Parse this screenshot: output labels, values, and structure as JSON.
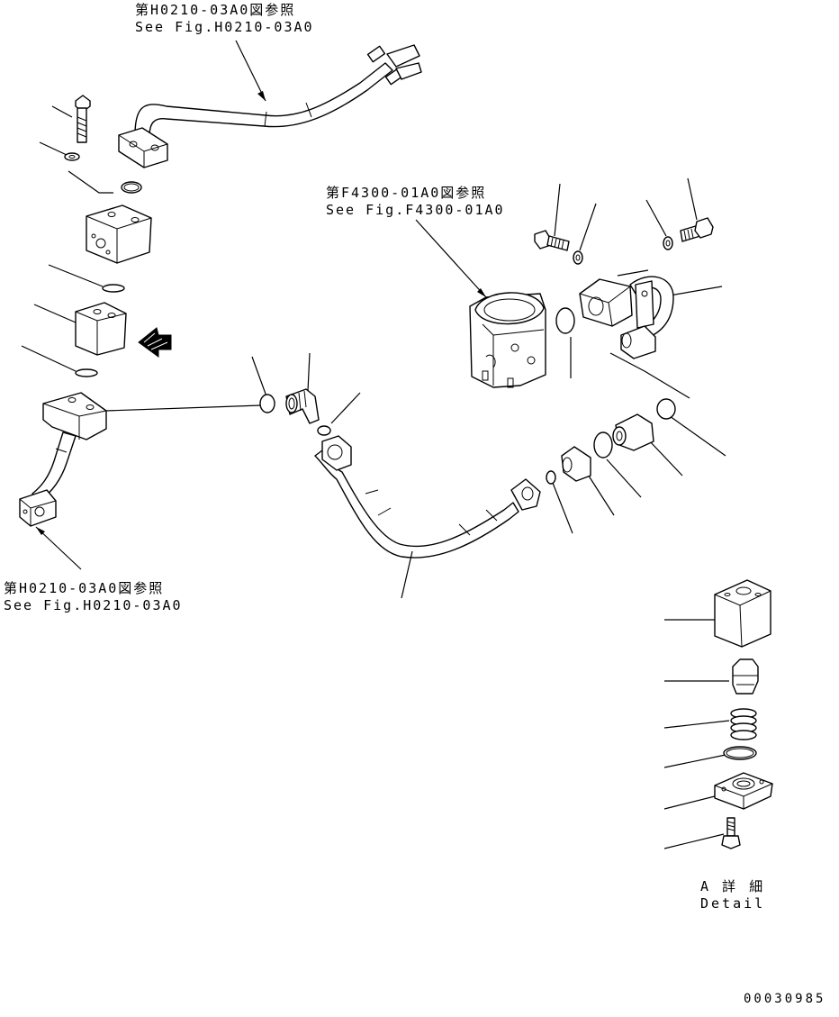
{
  "references": {
    "top": {
      "jp": "第H0210-03A0図参照",
      "en": "See Fig.H0210-03A0"
    },
    "pump": {
      "jp": "第F4300-01A0図参照",
      "en": "See Fig.F4300-01A0"
    },
    "left": {
      "jp": "第H0210-03A0図参照",
      "en": "See Fig.H0210-03A0"
    }
  },
  "detail": {
    "jp": "A 詳 細",
    "en": "Detail"
  },
  "drawing_number": "00030985"
}
